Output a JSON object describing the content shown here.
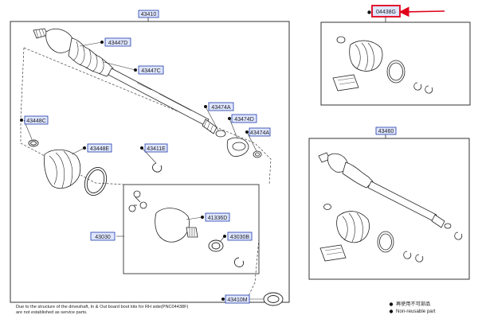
{
  "title_labels": {
    "main_assembly": "43410",
    "boot_kit": "04438G",
    "rh_assembly": "43460"
  },
  "part_labels": {
    "boot_outer": "43447D",
    "boot_band_outer": "43447C",
    "clip_left": "43448C",
    "boot_inner": "43448E",
    "snap_ring": "43411E",
    "dust_cover_a": "43474A",
    "dust_cover_d": "43474D",
    "dust_cover_a2": "43474A",
    "inner_joint_assembly": "43030",
    "tulip": "41336D",
    "circlip": "43030B",
    "bearing": "43410M"
  },
  "footnote": {
    "line1": "Due to the structure of the driveshaft, In & Out board  boot kits for RH side(PNC04438F)",
    "line2": "are not established as service parts."
  },
  "legend": {
    "item1": "再使用不可部品",
    "item2": "Non-reusable part"
  },
  "colors": {
    "highlight": "#e0001a",
    "label_border": "#1e3aa8",
    "label_fill": "#dfe6ff",
    "line": "#222222"
  }
}
